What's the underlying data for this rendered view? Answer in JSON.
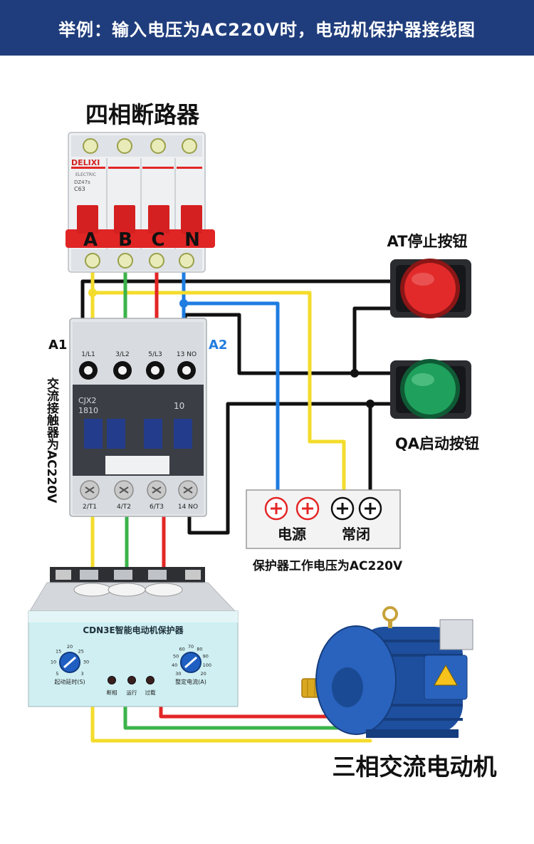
{
  "header": {
    "title": "举例：输入电压为AC220V时，电动机保护器接线图"
  },
  "breaker": {
    "title": "四相断路器",
    "brand": "DELIXI",
    "brand_sub": "ELECTRIC",
    "model": "DZ47s",
    "rating": "C63",
    "phases": [
      "A",
      "B",
      "C",
      "N"
    ]
  },
  "contactor": {
    "vertical_label": "交流接触器为AC220V",
    "model": "CJX2",
    "model_num": "1810",
    "aux": "10",
    "coil_a1": "A1",
    "coil_a2": "A2",
    "top_terminals": [
      "1/L1",
      "3/L2",
      "5/L3",
      "13 NO"
    ],
    "bottom_terminals": [
      "2/T1",
      "4/T2",
      "6/T3",
      "14 NO"
    ]
  },
  "stop_button": {
    "label": "AT停止按钮"
  },
  "start_button": {
    "label": "QA启动按钮"
  },
  "terminal_block": {
    "power_label": "电源",
    "nc_label": "常闭",
    "voltage_note": "保护器工作电压为AC220V"
  },
  "protector": {
    "title": "CDN3E智能电动机保护器",
    "dial_left_label": "起动延时(S)",
    "dial_right_label": "整定电流(A)",
    "dial_left_ticks": [
      "5",
      "10",
      "15",
      "20",
      "25",
      "30",
      "3"
    ],
    "dial_right_ticks": [
      "30",
      "40",
      "50",
      "60",
      "70",
      "80",
      "90",
      "100",
      "20"
    ],
    "led_labels": [
      "断相",
      "运行",
      "过载"
    ]
  },
  "motor": {
    "label": "三相交流电动机"
  },
  "colors": {
    "yellow": "#f3dc2c",
    "green": "#3bb34a",
    "red": "#e32626",
    "blue": "#1f7ce0",
    "black": "#111111",
    "header": "#1f3d7c"
  }
}
